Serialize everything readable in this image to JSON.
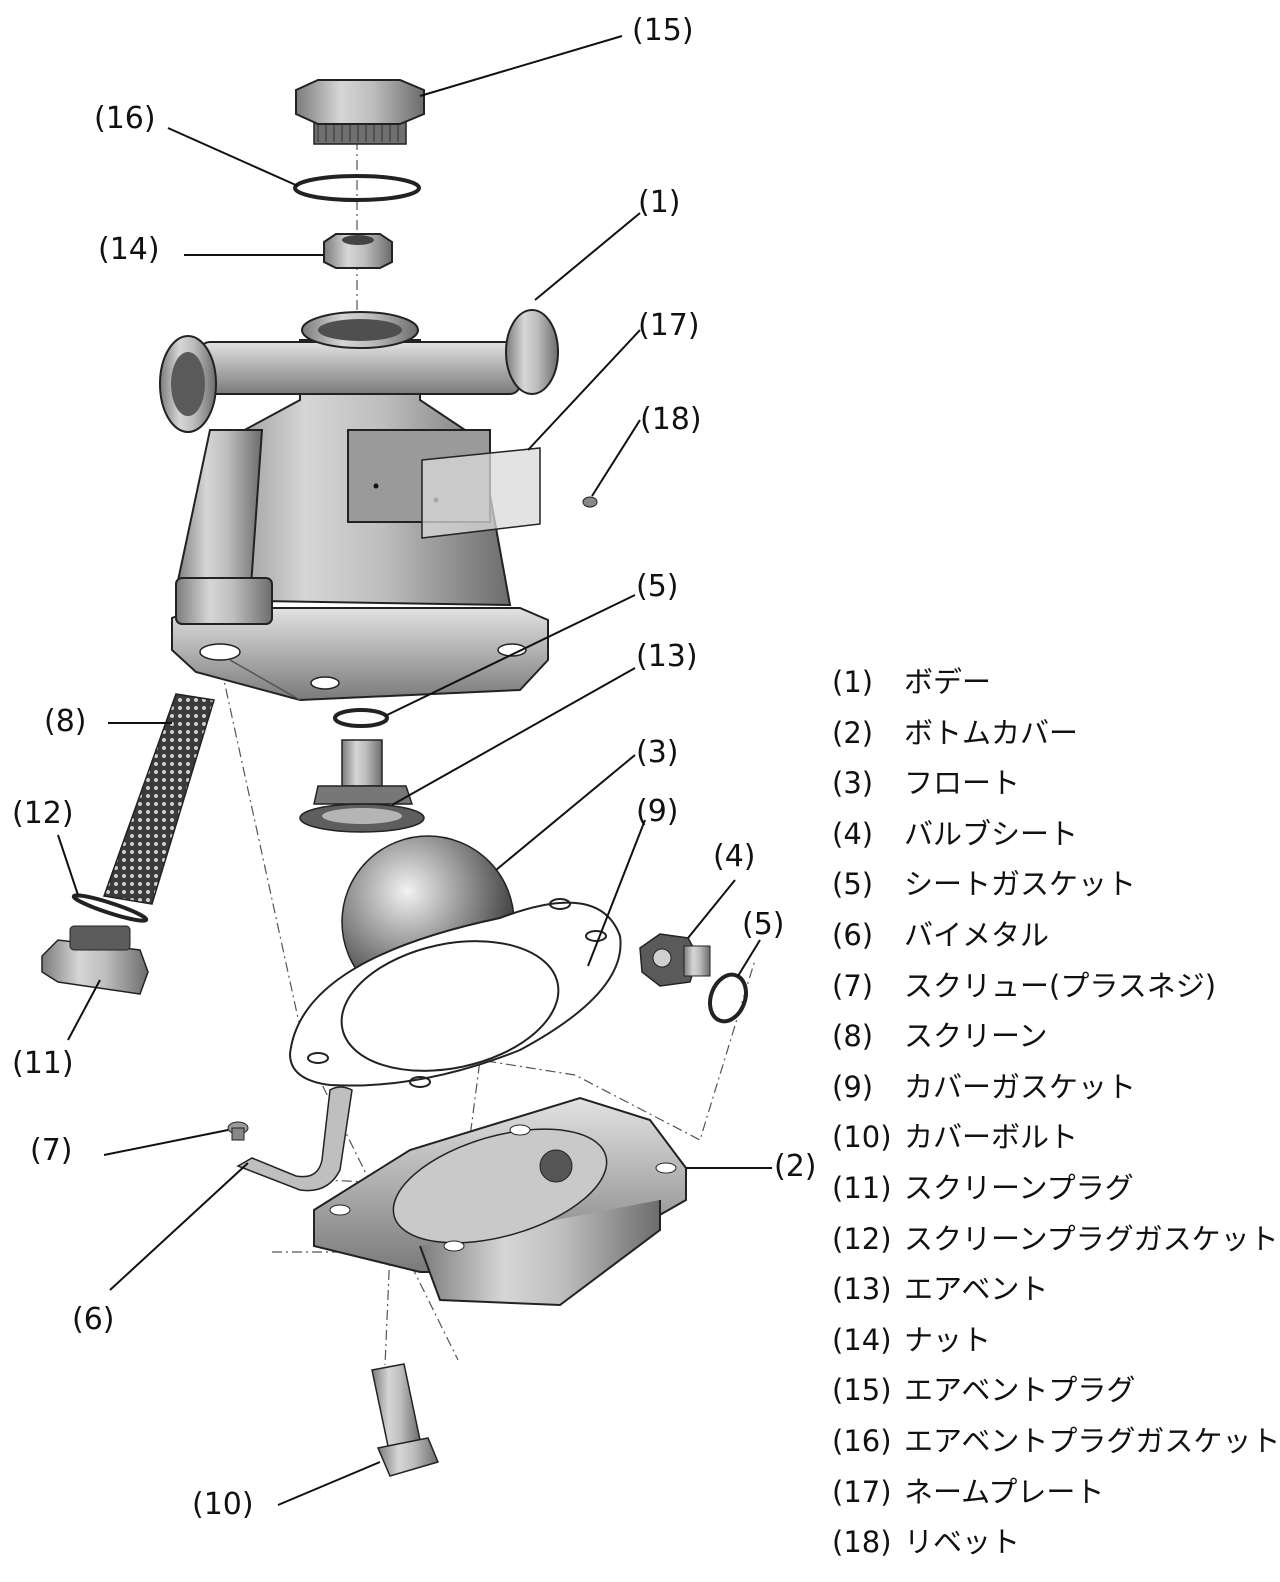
{
  "callouts": {
    "c15": "(15)",
    "c16": "(16)",
    "c1": "(1)",
    "c14": "(14)",
    "c17": "(17)",
    "c18": "(18)",
    "c5a": "(5)",
    "c13": "(13)",
    "c8": "(8)",
    "c3": "(3)",
    "c9": "(9)",
    "c12": "(12)",
    "c4": "(4)",
    "c5b": "(5)",
    "c11": "(11)",
    "c7": "(7)",
    "c2": "(2)",
    "c6": "(6)",
    "c10": "(10)"
  },
  "legend": [
    {
      "num": "(1)",
      "name": "ボデー"
    },
    {
      "num": "(2)",
      "name": "ボトムカバー"
    },
    {
      "num": "(3)",
      "name": "フロート"
    },
    {
      "num": "(4)",
      "name": "バルブシート"
    },
    {
      "num": "(5)",
      "name": "シートガスケット"
    },
    {
      "num": "(6)",
      "name": "バイメタル"
    },
    {
      "num": "(7)",
      "name": "スクリュー(プラスネジ)"
    },
    {
      "num": "(8)",
      "name": "スクリーン"
    },
    {
      "num": "(9)",
      "name": "カバーガスケット"
    },
    {
      "num": "(10)",
      "name": "カバーボルト"
    },
    {
      "num": "(11)",
      "name": "スクリーンプラグ"
    },
    {
      "num": "(12)",
      "name": "スクリーンプラグガスケット"
    },
    {
      "num": "(13)",
      "name": "エアベント"
    },
    {
      "num": "(14)",
      "name": "ナット"
    },
    {
      "num": "(15)",
      "name": "エアベントプラグ"
    },
    {
      "num": "(16)",
      "name": "エアベントプラグガスケット"
    },
    {
      "num": "(17)",
      "name": "ネームプレート"
    },
    {
      "num": "(18)",
      "name": "リベット"
    }
  ]
}
